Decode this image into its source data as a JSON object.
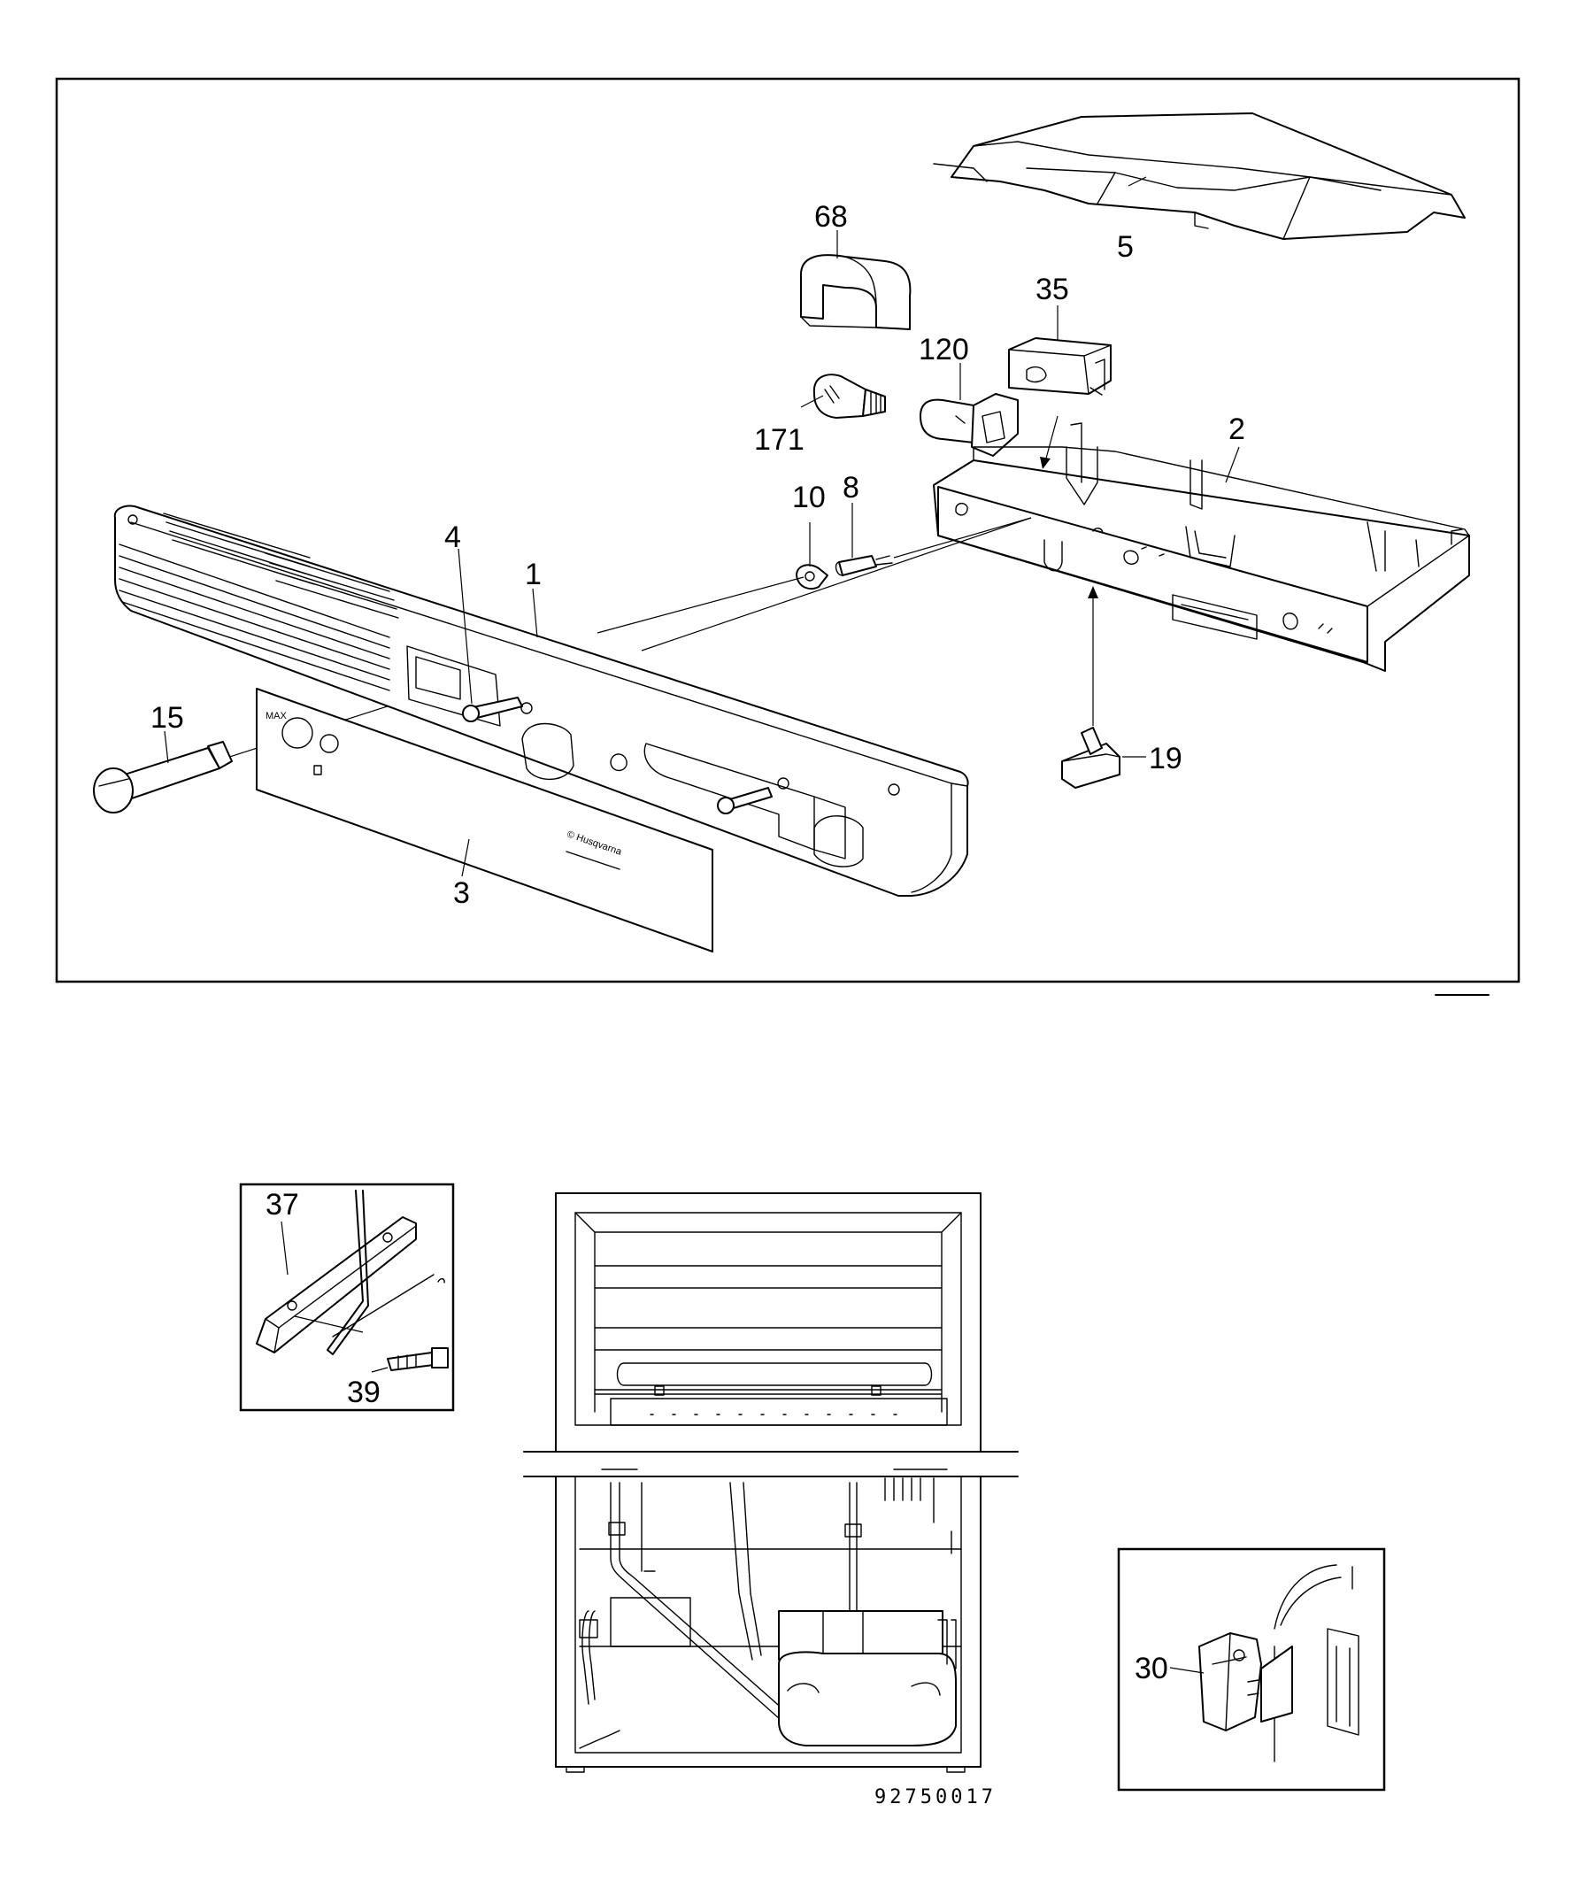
{
  "callouts": {
    "c68": "68",
    "c5": "5",
    "c35": "35",
    "c120": "120",
    "c171": "171",
    "c2": "2",
    "c10": "10",
    "c8": "8",
    "c4": "4",
    "c1": "1",
    "c15": "15",
    "c19": "19",
    "c3": "3",
    "c37": "37",
    "c39": "39",
    "c30": "30"
  },
  "panel_text": {
    "brand": "© Husqvarna",
    "dial_max": "MAX"
  },
  "document_number": "92750017"
}
